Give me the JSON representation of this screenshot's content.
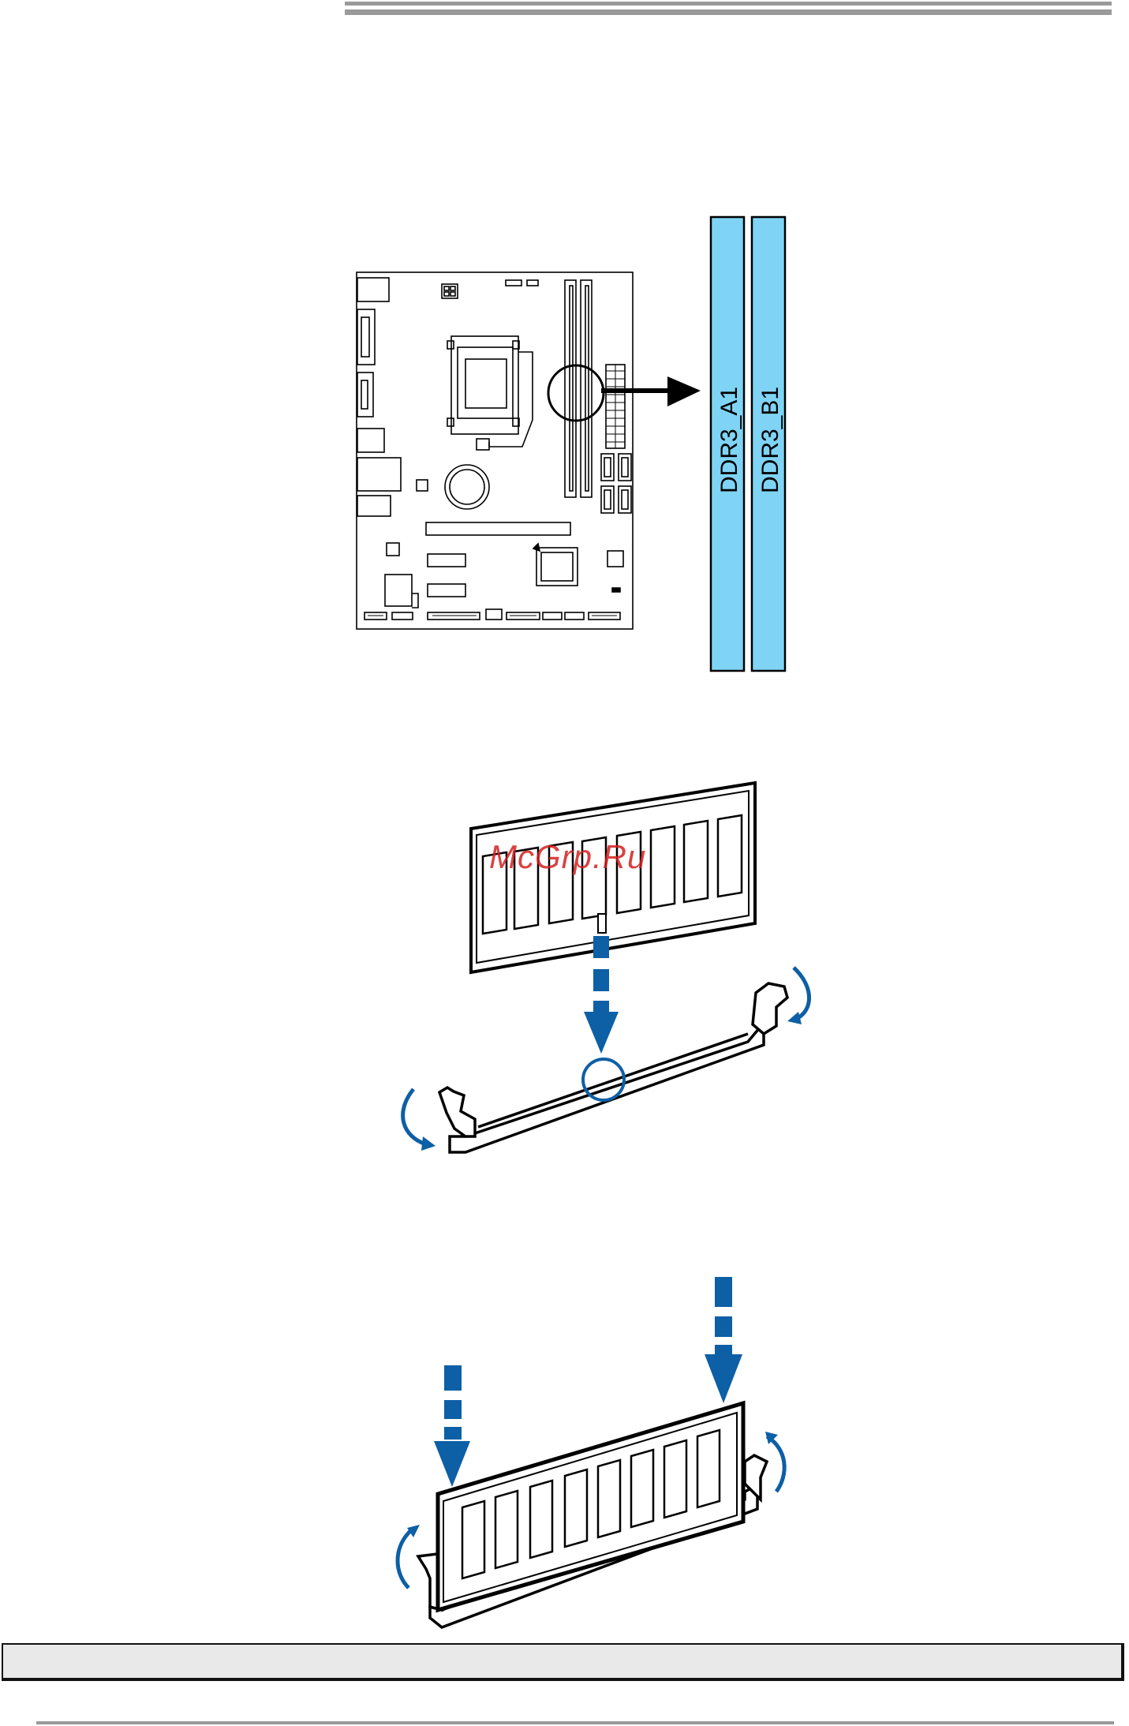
{
  "colors": {
    "slot_fill": "#7fd4f5",
    "arrow_blue": "#0d5fa6",
    "header_rule": "#9a9a9a",
    "note_bg": "#e9e9e9"
  },
  "dimm_slots": {
    "a1_label": "DDR3_A1",
    "b1_label": "DDR3_B1"
  },
  "watermark": {
    "text": "McGrp.Ru"
  },
  "icons": {
    "pointer": "arrow-right-icon",
    "press": "arrow-down-dashed-icon",
    "clip": "rotate-arrow-icon",
    "notch": "circle-highlight-icon"
  }
}
